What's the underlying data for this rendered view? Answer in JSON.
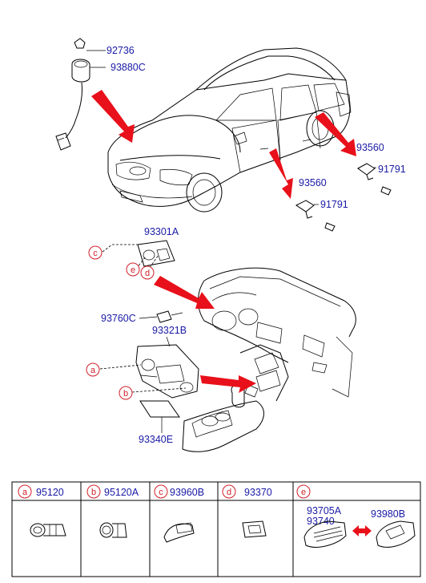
{
  "labels": {
    "p92736": "92736",
    "p93880C": "93880C",
    "p93560_right": "93560",
    "p91791_right": "91791",
    "p93560_mid": "93560",
    "p91791_mid": "91791",
    "p93301A": "93301A",
    "p93760C": "93760C",
    "p93321B": "93321B",
    "p93340E": "93340E"
  },
  "callouts": {
    "a": "a",
    "b": "b",
    "c": "c",
    "d": "d",
    "e": "e"
  },
  "table": {
    "headers": [
      {
        "letter": "a",
        "part": "95120"
      },
      {
        "letter": "b",
        "part": "95120A"
      },
      {
        "letter": "c",
        "part": "93960B"
      },
      {
        "letter": "d",
        "part": "93370"
      },
      {
        "letter": "e",
        "part": ""
      }
    ],
    "e_parts": {
      "part1": "93705A",
      "part2": "93740",
      "part3": "93980B"
    }
  },
  "colors": {
    "label": "#1a1aa6",
    "callout": "#d0202a",
    "arrow": "#e8101a"
  }
}
